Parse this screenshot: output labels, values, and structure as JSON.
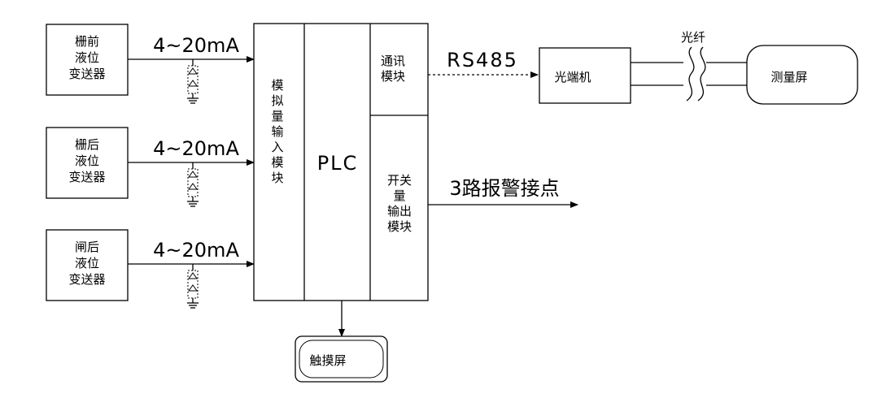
{
  "transmitters": [
    {
      "lines": [
        "栅前",
        "液位",
        "变送器"
      ],
      "signal": "4~20mA"
    },
    {
      "lines": [
        "栅后",
        "液位",
        "变送器"
      ],
      "signal": "4~20mA"
    },
    {
      "lines": [
        "闸后",
        "液位",
        "变送器"
      ],
      "signal": "4~20mA"
    }
  ],
  "analog_module": {
    "chars": [
      "模",
      "拟",
      "量",
      "输",
      "入",
      "模",
      "块"
    ]
  },
  "plc": {
    "label": "PLC"
  },
  "comm_module": {
    "lines": [
      "通讯",
      "模块"
    ]
  },
  "switch_module": {
    "lines": [
      "开关",
      "量",
      "输出",
      "模块"
    ]
  },
  "rs485": {
    "label": "RS485"
  },
  "optical_terminal": {
    "label": "光端机"
  },
  "fiber": {
    "label": "光纤"
  },
  "measure_screen": {
    "label": "测量屏"
  },
  "alarm_output": {
    "label": "3路报警接点"
  },
  "touch_screen": {
    "label": "触摸屏"
  }
}
